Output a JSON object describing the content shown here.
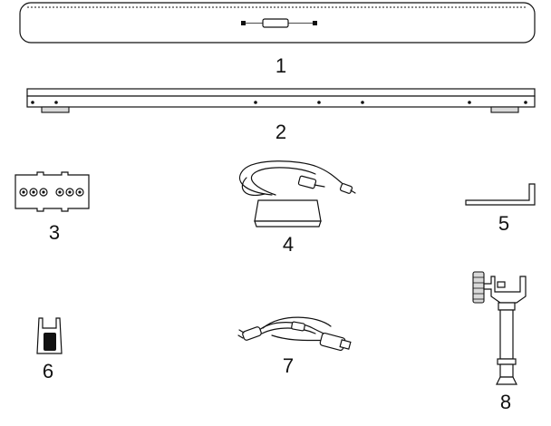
{
  "parts": [
    {
      "id": "soundbar",
      "number": "1"
    },
    {
      "id": "wall-bracket-rail",
      "number": "2"
    },
    {
      "id": "mounting-plate",
      "number": "3"
    },
    {
      "id": "power-adapter",
      "number": "4"
    },
    {
      "id": "hex-key",
      "number": "5"
    },
    {
      "id": "clip",
      "number": "6"
    },
    {
      "id": "power-cord",
      "number": "7"
    },
    {
      "id": "clamp-mount",
      "number": "8"
    }
  ],
  "colors": {
    "line": "#111111",
    "fill_light": "#d9d9d9",
    "background": "#ffffff"
  }
}
